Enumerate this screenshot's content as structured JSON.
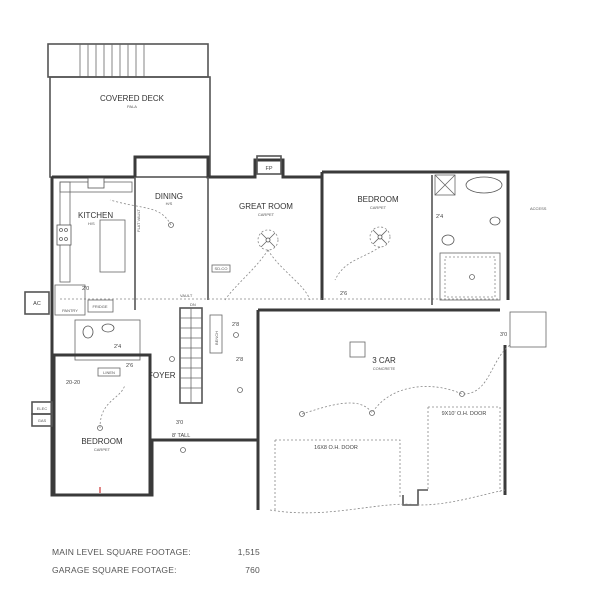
{
  "plan": {
    "rooms": [
      {
        "name": "COVERED DECK",
        "finish": "PALA"
      },
      {
        "name": "KITCHEN",
        "finish": "H/S"
      },
      {
        "name": "DINING",
        "finish": "H/S"
      },
      {
        "name": "GREAT ROOM",
        "finish": "CARPET"
      },
      {
        "name": "BEDROOM",
        "finish": "CARPET"
      },
      {
        "name": "3 CAR",
        "finish": "CONCRETE"
      },
      {
        "name": "FOYER",
        "finish": ""
      },
      {
        "name": "BEDROOM",
        "finish": "CARPET"
      }
    ],
    "labels": {
      "pantry": "PANTRY",
      "fridge": "FRIDGE",
      "ac": "AC",
      "elec": "ELEC",
      "gas": "GAS",
      "linen": "LINEN",
      "fireplace": "FP",
      "vault": "VAULT",
      "flat_vault": "FLAT VAULT",
      "sd_co": "SD-CO",
      "dn": "DN",
      "bench": "BENCH",
      "tall": "8' TALL",
      "closet": "20-20",
      "garage_door_1": "16X8 O.H. DOOR",
      "garage_door_2": "9X10' O.H. DOOR",
      "access": "ACCESS"
    },
    "door_sizes": [
      "2'6",
      "2'4",
      "2'0",
      "2'8",
      "2'8",
      "3'0",
      "3'0",
      "2'4",
      "2'6",
      "2'4"
    ]
  },
  "summary": {
    "main_label": "MAIN LEVEL SQUARE FOOTAGE:",
    "main_value": "1,515",
    "garage_label": "GARAGE SQUARE FOOTAGE:",
    "garage_value": "760"
  }
}
